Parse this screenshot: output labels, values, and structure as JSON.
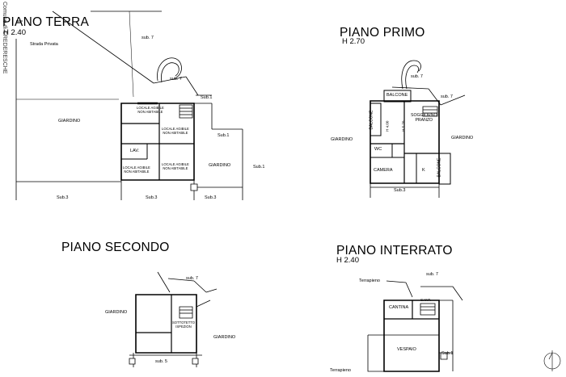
{
  "edge_text": "Comune di CREDERESCHE",
  "piano_terra": {
    "title": "PIANO TERRA",
    "height": "H 2.40",
    "road": "Strada Privata",
    "garden_left": "GIARDINO",
    "garden_right": "GIARDINO",
    "lav": "LAV.",
    "locale_tl": "LOCALE AGIBILE\nNON ABITABILE",
    "locale_tr": "LOCALE AGIBILE\nNON ABITABILE",
    "locale_bl": "LOCALE AGIBILE\nNON ABITABILE",
    "locale_br": "LOCALE AGIBILE\nNON ABITABILE",
    "sub7_top": "sub. 7",
    "sub7_stair": "sub. 7",
    "sub1_a": "Sub.1",
    "sub1_b": "Sub.1",
    "sub1_c": "Sub.1",
    "sub3_a": "Sub.3",
    "sub3_b": "Sub.3",
    "sub3_c": "Sub.3"
  },
  "piano_primo": {
    "title": "PIANO PRIMO",
    "height": "H 2.70",
    "sub7_a": "sub. 7",
    "sub7_b": "sub. 7",
    "balcone_top": "BALCONE",
    "balcone_left": "BALCONE",
    "balcone_right": "BALCONE",
    "soggiorno": "SOGGIORNO\nPRANZO",
    "h400": "H 4.00",
    "h570": "H 5.70",
    "garden_left": "GIARDINO",
    "garden_right": "GIARDINO",
    "wc": "WC",
    "camera": "CAMERA",
    "k": "K",
    "sub3": "Sub.3"
  },
  "piano_secondo": {
    "title": "PIANO SECONDO",
    "sub7": "sub. 7",
    "garden_left": "GIARDINO",
    "garden_right": "GIARDINO",
    "sottotetto": "SOTTOTETTO\nISPEZION",
    "sub5": "sub. 5"
  },
  "piano_interrato": {
    "title": "PIANO INTERRATO",
    "height": "H 2.40",
    "terrapieno_top": "Terrapieno",
    "terrapieno_bottom": "Terrapieno",
    "sub7": "sub. 7",
    "cantina": "CANTINA",
    "cant": "CANT.",
    "vespaio": "VESPAIO",
    "sub1": "Sub.1"
  }
}
